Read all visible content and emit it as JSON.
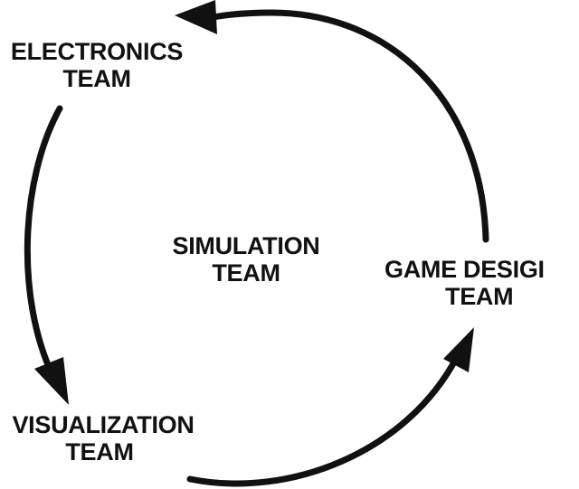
{
  "nodes": {
    "electronics": {
      "line1": "ELECTRONICS",
      "line2": "TEAM"
    },
    "simulation": {
      "line1": "SIMULATION",
      "line2": "TEAM"
    },
    "game_design": {
      "line1": "GAME DESIGI",
      "line2": "TEAM"
    },
    "visualization": {
      "line1": "VISUALIZATION",
      "line2": "TEAM"
    }
  },
  "colors": {
    "stroke": "#111111",
    "background": "#ffffff"
  }
}
